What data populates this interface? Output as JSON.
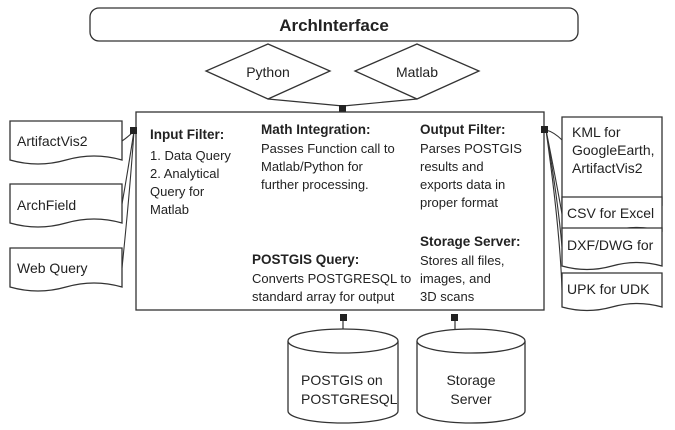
{
  "title": "ArchInterface",
  "languages": [
    "Python",
    "Matlab"
  ],
  "inputs": [
    "ArtifactVis2",
    "ArchField",
    "Web Query"
  ],
  "outputs": [
    [
      "KML for",
      "GoogleEarth,",
      "ArtifactVis2"
    ],
    [
      "CSV for Excel"
    ],
    [
      "DXF/DWG for"
    ],
    [
      "UPK for UDK"
    ]
  ],
  "input_filter": {
    "heading": "Input Filter:",
    "lines": [
      "1. Data Query",
      "2. Analytical",
      "Query for",
      "Matlab"
    ]
  },
  "math_integration": {
    "heading": "Math Integration:",
    "lines": [
      "Passes Function call to",
      "Matlab/Python  for",
      "further processing."
    ]
  },
  "output_filter": {
    "heading": "Output Filter:",
    "lines": [
      "Parses POSTGIS",
      "results and",
      "exports data in",
      "proper format"
    ]
  },
  "postgis_query": {
    "heading": "POSTGIS Query:",
    "lines": [
      "Converts POSTGRESQL  to",
      "standard array for output"
    ]
  },
  "storage_server": {
    "heading": "Storage Server:",
    "lines": [
      "Stores all files,",
      "images, and",
      "3D scans"
    ]
  },
  "databases": [
    [
      "POSTGIS on",
      "POSTGRESQL"
    ],
    [
      "Storage",
      "Server"
    ]
  ]
}
